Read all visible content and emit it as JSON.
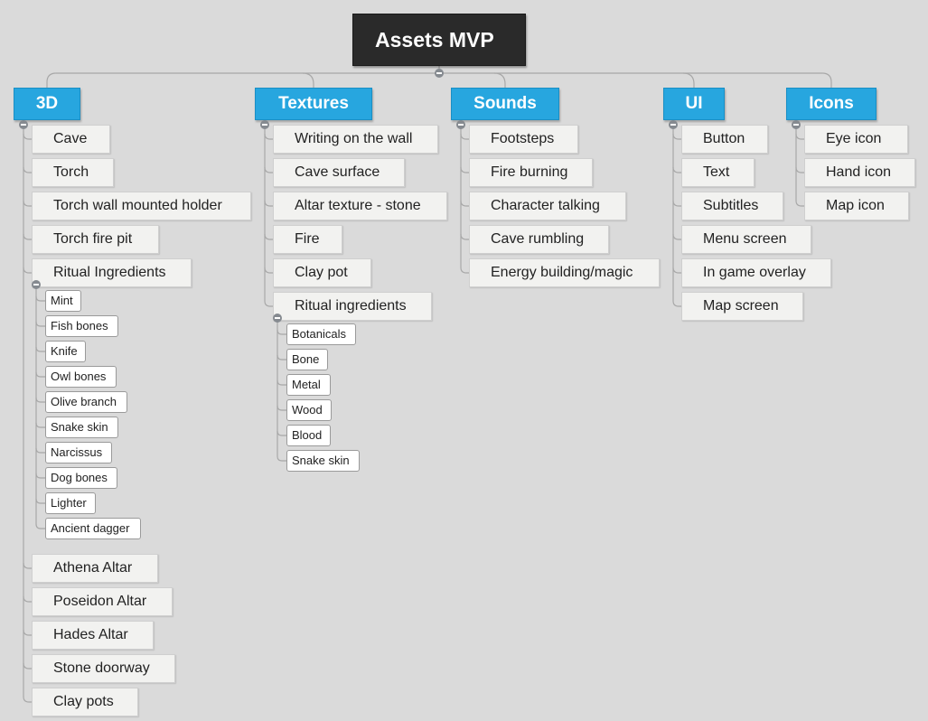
{
  "root": {
    "label": "Assets MVP"
  },
  "categories": [
    {
      "label": "3D",
      "items": [
        {
          "label": "Cave"
        },
        {
          "label": "Torch"
        },
        {
          "label": "Torch wall mounted holder"
        },
        {
          "label": "Torch fire pit"
        },
        {
          "label": "Ritual Ingredients",
          "children": [
            "Mint",
            "Fish bones",
            "Knife",
            "Owl bones",
            "Olive branch",
            "Snake skin",
            "Narcissus",
            "Dog bones",
            "Lighter",
            "Ancient dagger"
          ]
        },
        {
          "label": "Athena Altar"
        },
        {
          "label": "Poseidon Altar"
        },
        {
          "label": "Hades Altar"
        },
        {
          "label": "Stone doorway"
        },
        {
          "label": "Clay pots"
        }
      ]
    },
    {
      "label": "Textures",
      "items": [
        {
          "label": "Writing on the wall"
        },
        {
          "label": "Cave surface"
        },
        {
          "label": "Altar texture - stone"
        },
        {
          "label": "Fire"
        },
        {
          "label": "Clay pot"
        },
        {
          "label": "Ritual ingredients",
          "children": [
            "Botanicals",
            "Bone",
            "Metal",
            "Wood",
            "Blood",
            "Snake skin"
          ]
        }
      ]
    },
    {
      "label": "Sounds",
      "items": [
        {
          "label": "Footsteps"
        },
        {
          "label": "Fire burning"
        },
        {
          "label": "Character talking"
        },
        {
          "label": "Cave rumbling"
        },
        {
          "label": "Energy building/magic"
        }
      ]
    },
    {
      "label": "UI",
      "items": [
        {
          "label": "Button"
        },
        {
          "label": "Text"
        },
        {
          "label": "Subtitles"
        },
        {
          "label": "Menu screen"
        },
        {
          "label": "In game overlay"
        },
        {
          "label": "Map screen"
        }
      ]
    },
    {
      "label": "Icons",
      "items": [
        {
          "label": "Eye icon"
        },
        {
          "label": "Hand icon"
        },
        {
          "label": "Map icon"
        }
      ]
    }
  ],
  "colors": {
    "background": "#dadada",
    "root": "#2a2a2a",
    "category": "#27a6df",
    "item": "#f2f2f0",
    "connector": "#a8a8a8"
  }
}
